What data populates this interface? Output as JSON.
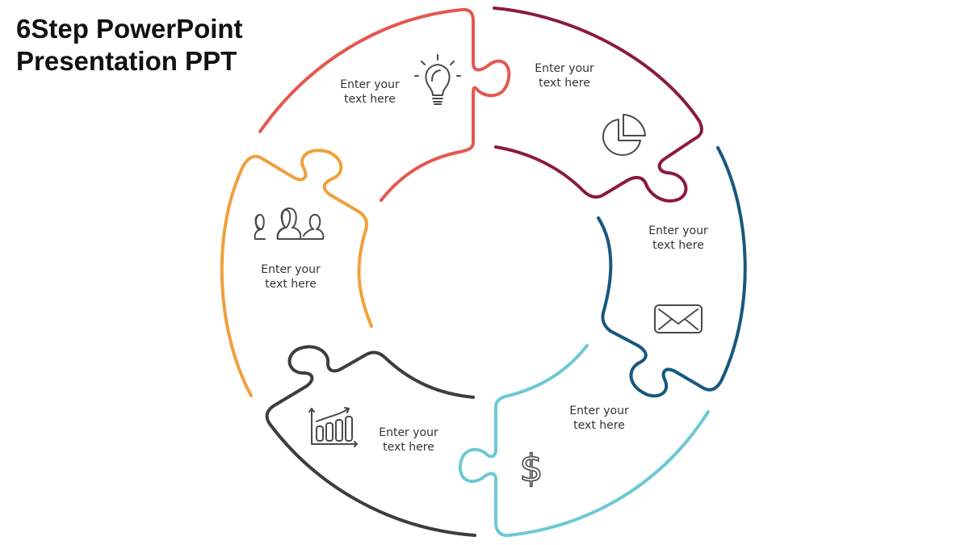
{
  "title": {
    "line1": "6Step PowerPoint",
    "line2": "Presentation PPT"
  },
  "colors": {
    "step1": "#e5574f",
    "step2": "#8b1a3e",
    "step3": "#17587e",
    "step4": "#6cc9d4",
    "step5": "#3d3d3d",
    "step6": "#f0a03c",
    "icon": "#4a4a4a"
  },
  "steps": [
    {
      "id": 1,
      "icon": "lightbulb-icon",
      "line1": "Enter your",
      "line2": "text here"
    },
    {
      "id": 2,
      "icon": "pie-chart-icon",
      "line1": "Enter your",
      "line2": "text here"
    },
    {
      "id": 3,
      "icon": "envelope-icon",
      "line1": "Enter your",
      "line2": "text here"
    },
    {
      "id": 4,
      "icon": "dollar-icon",
      "line1": "Enter your",
      "line2": "text here"
    },
    {
      "id": 5,
      "icon": "bar-chart-icon",
      "line1": "Enter your",
      "line2": "text here"
    },
    {
      "id": 6,
      "icon": "people-icon",
      "line1": "Enter your",
      "line2": "text here"
    }
  ]
}
